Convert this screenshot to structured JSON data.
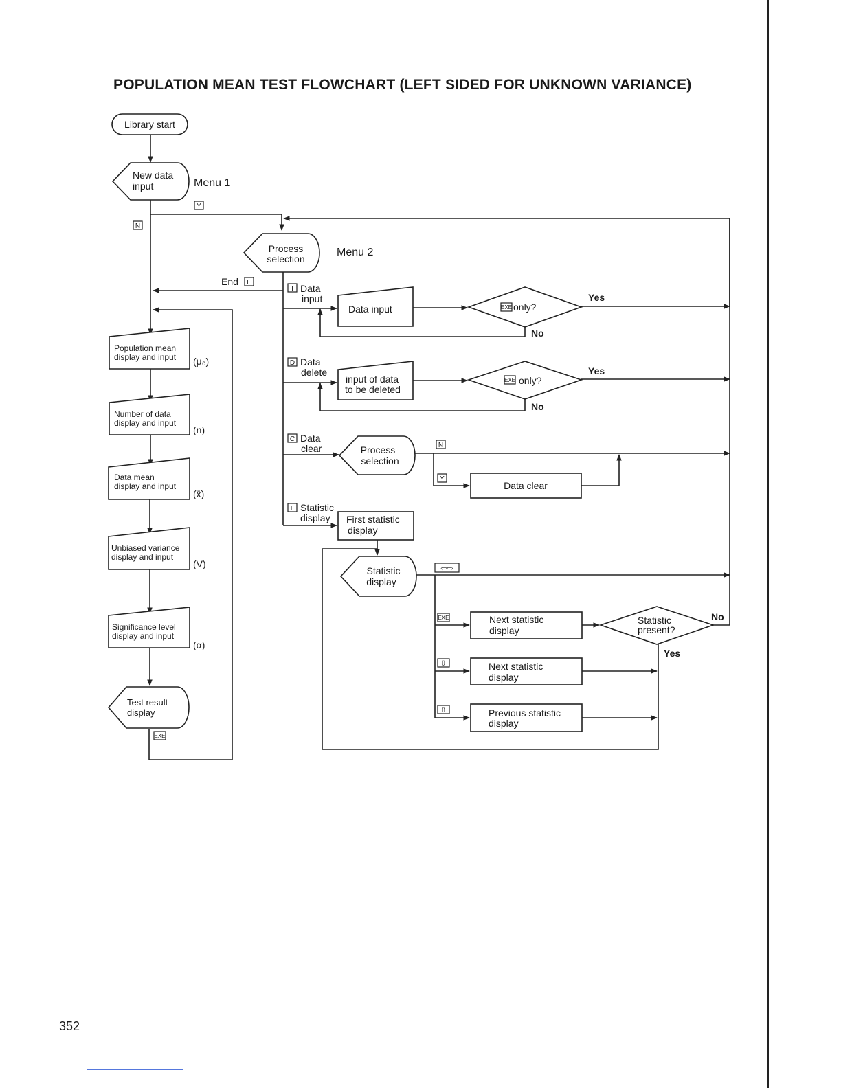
{
  "page": {
    "title": "POPULATION MEAN TEST FLOWCHART (LEFT SIDED FOR UNKNOWN VARIANCE)",
    "page_number": "352"
  },
  "flowchart": {
    "library_start": "Library start",
    "new_data_input": [
      "New data",
      "input"
    ],
    "menu1": "Menu 1",
    "key_y": "Y",
    "key_n": "N",
    "process_selection": [
      "Process",
      "selection"
    ],
    "menu2": "Menu 2",
    "end_label": "End",
    "key_e": "E",
    "left_column": {
      "pop_mean": [
        "Population mean",
        "display and input"
      ],
      "pop_mean_sym": "(μ₀)",
      "num_data": [
        "Number of data",
        "display and input"
      ],
      "num_data_sym": "(n)",
      "data_mean": [
        "Data mean",
        "display and input"
      ],
      "data_mean_sym": "(x̄)",
      "unbiased_var": [
        "Unbiased variance",
        "display and input"
      ],
      "unbiased_var_sym": "(V)",
      "significance": [
        "Significance level",
        "display and input"
      ],
      "significance_sym": "(α)",
      "test_result": [
        "Test result",
        "display"
      ],
      "key_exe": "EXE"
    },
    "branch_data_input": {
      "key": "I",
      "label": [
        "Data",
        "input"
      ],
      "box": "Data input",
      "decision": "only?",
      "yes": "Yes",
      "no": "No"
    },
    "branch_data_delete": {
      "key": "D",
      "label": [
        "Data",
        "delete"
      ],
      "box": [
        "input of data",
        "to be deleted"
      ],
      "decision": "only?",
      "yes": "Yes",
      "no": "No"
    },
    "branch_data_clear": {
      "key": "C",
      "label": [
        "Data",
        "clear"
      ],
      "process": [
        "Process",
        "selection"
      ],
      "key_n": "N",
      "key_y": "Y",
      "box": "Data clear"
    },
    "branch_statistic": {
      "key": "L",
      "label": [
        "Statistic",
        "display"
      ],
      "first_box": [
        "First statistic",
        "display"
      ],
      "stat_display": [
        "Statistic",
        "display"
      ],
      "key_arrows": "⇦⇨",
      "key_exe": "EXE",
      "key_down": "⇩",
      "key_up": "⇧",
      "next_box_1": [
        "Next statistic",
        "display"
      ],
      "next_box_2": [
        "Next statistic",
        "display"
      ],
      "prev_box": [
        "Previous statistic",
        "display"
      ],
      "decision": [
        "Statistic",
        "present?"
      ],
      "yes": "Yes",
      "no": "No"
    }
  }
}
